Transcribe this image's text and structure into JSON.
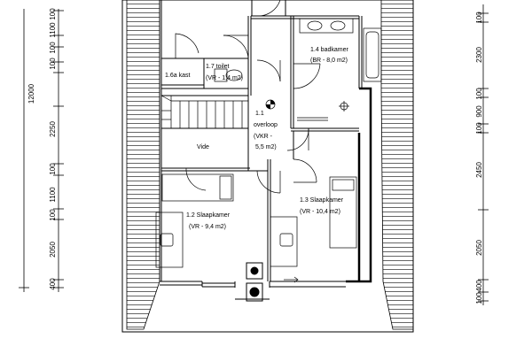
{
  "rooms": {
    "kast": {
      "name": "1.6a kast"
    },
    "toilet": {
      "name": "1.7 toilet",
      "area": "(VR - 1,4 m2)"
    },
    "badkamer": {
      "name": "1.4 badkamer",
      "area": "(BR - 8,0 m2)"
    },
    "overloop": {
      "number": "1.1",
      "name": "overloop",
      "area_line1": "(VKR -",
      "area_line2": "5,5 m2)"
    },
    "vide": {
      "name": "Vide"
    },
    "slaapkamer2": {
      "name": "1.2 Slaapkamer",
      "area": "(VR - 9,4 m2)"
    },
    "slaapkamer3": {
      "name": "1.3 Slaapkamer",
      "area": "(VR - 10,4 m2)"
    }
  },
  "dimensions": {
    "left": {
      "total": "12000",
      "segments": [
        "100",
        "1100",
        "100",
        "100",
        "2250",
        "100",
        "1100",
        "100",
        "2050",
        "400"
      ]
    },
    "right": {
      "segments": [
        "100",
        "2300",
        "100",
        "900",
        "100",
        "2450",
        "2050",
        "400",
        "100"
      ]
    }
  }
}
